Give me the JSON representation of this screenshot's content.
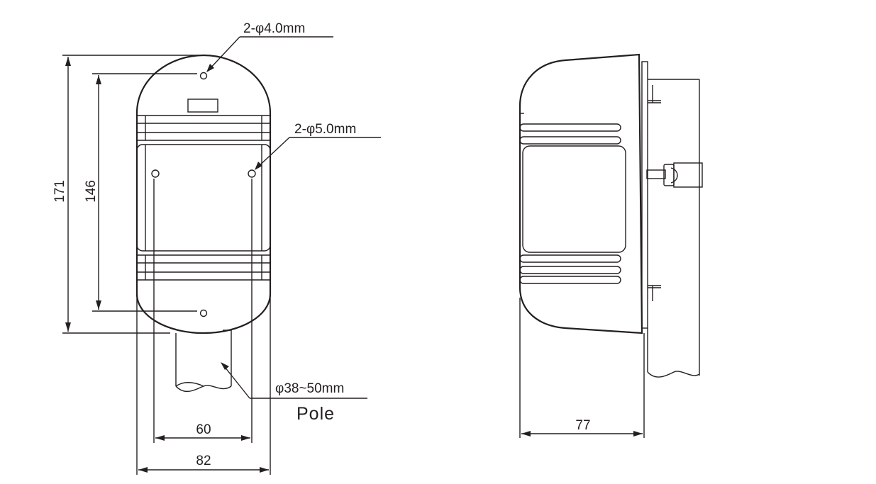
{
  "front_view": {
    "dim_total_height": "171",
    "dim_hole_spacing": "146",
    "dim_hole_width": "60",
    "dim_total_width": "82",
    "label_top_holes": "2-φ4.0mm",
    "label_side_holes": "2-φ5.0mm",
    "label_pole_diameter": "φ38~50mm",
    "label_pole": "Pole"
  },
  "side_view": {
    "dim_depth": "77"
  },
  "colors": {
    "line": "#231f20",
    "background": "#ffffff"
  }
}
